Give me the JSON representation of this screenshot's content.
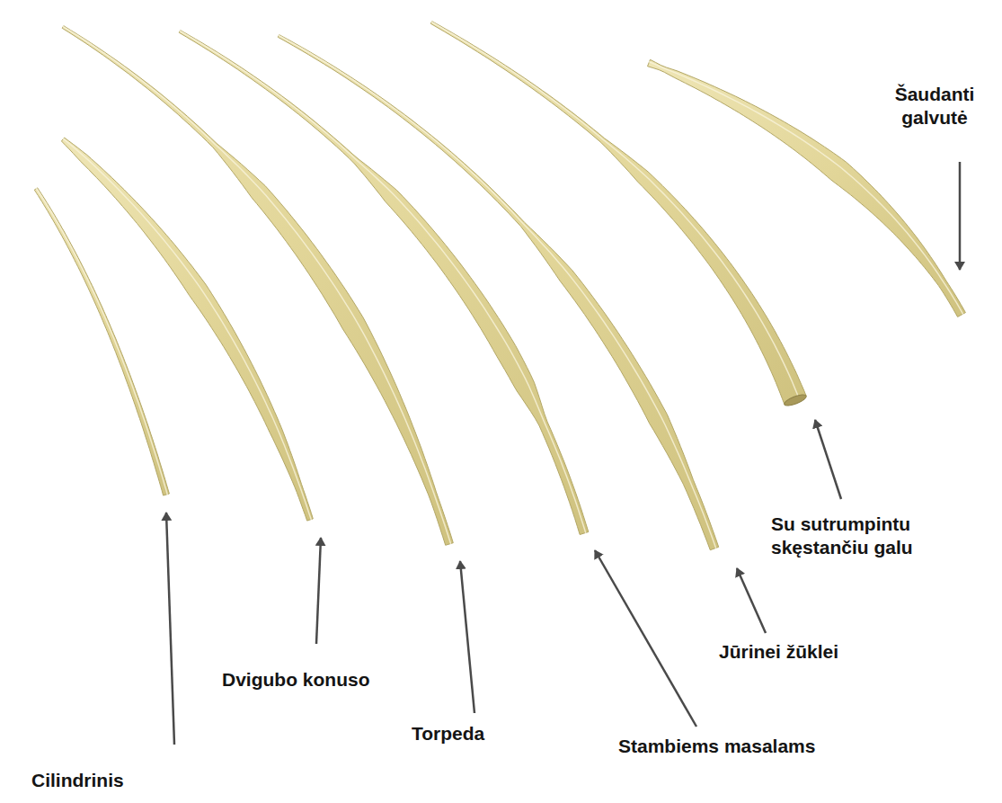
{
  "diagram": {
    "labels": [
      "Šaudanti galvutė",
      "Su sutrumpintu skęstančiu galu",
      "Jūrinei žūklei",
      "Stambiems masalams",
      "Torpeda",
      "Dvigubo konuso",
      "Cilindrinis"
    ]
  }
}
